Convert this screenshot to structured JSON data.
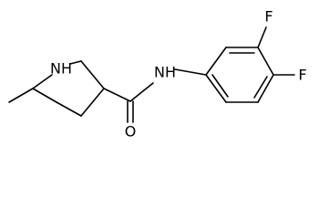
{
  "atoms": {
    "nh_ring": "NH",
    "nh_amide": "NH",
    "o_carbonyl": "O",
    "f_meta": "F",
    "f_para": "F"
  },
  "colors": {
    "bond": "#000000",
    "text": "#000000",
    "background": "#ffffff"
  }
}
